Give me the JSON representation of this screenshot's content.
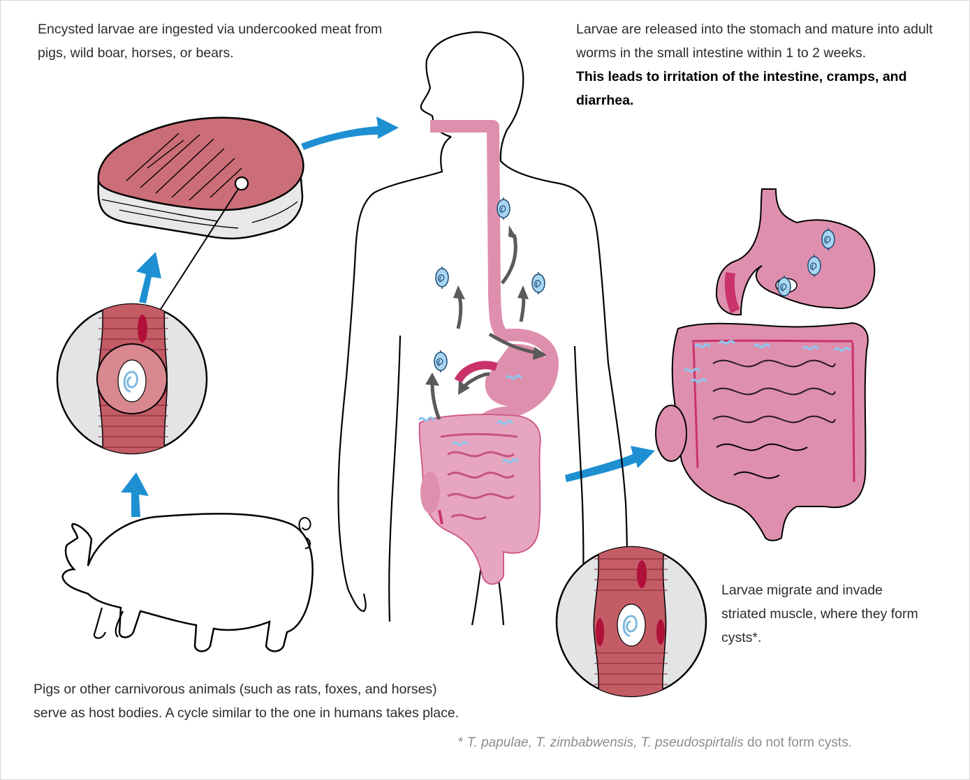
{
  "captions": {
    "ingestion": "Encysted larvae are ingested via undercooked meat from pigs, wild boar, horses, or bears.",
    "release": "Larvae are released into the stomach and mature into adult worms in the small intestine within 1 to 2 weeks.",
    "release_emphasis": "This leads to irritation of the intestine, cramps, and diarrhea.",
    "host": "Pigs or other carnivorous animals (such as rats, foxes, and horses) serve as host bodies. A cycle similar to the one in humans takes place.",
    "migration": "Larvae migrate and invade striated muscle, where they form cysts*."
  },
  "footnote": {
    "marker": "* ",
    "species": "T. papulae, T. zimbabwensis, T. pseudospirtalis",
    "text": " do not form cysts."
  },
  "colors": {
    "cycle_arrow": "#1e90d2",
    "migration_arrow": "#5a5a5a",
    "gut_pink": "#df8fae",
    "gut_dark": "#c9336a",
    "meat": "#c96a76",
    "muscle": "#c0545f",
    "cyst_blue": "#9fd0ef"
  }
}
